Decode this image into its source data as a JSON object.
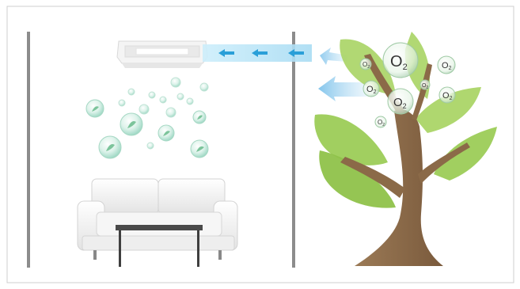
{
  "scene": {
    "o2_labels": [
      {
        "text": "O",
        "sub": "2"
      },
      {
        "text": "O",
        "sub": "2"
      },
      {
        "text": "O",
        "sub": "2"
      },
      {
        "text": "O",
        "sub": "2"
      },
      {
        "text": "O",
        "sub": "2"
      },
      {
        "text": "O",
        "sub": "2"
      },
      {
        "text": "O",
        "sub": "2"
      },
      {
        "text": "O",
        "sub": "2"
      }
    ],
    "colors": {
      "border": "#c9c9c9",
      "wall": "#8a8a8a",
      "airflow": "#bfe6f6",
      "arrow": "#2a9fd8",
      "leaf": "#8cc63f",
      "trunk": "#8b6a48",
      "bubble": "#9fd9c5"
    },
    "icons": [
      "ceiling-air-purifier-icon",
      "sofa-icon",
      "coffee-table-icon",
      "tree-icon",
      "oxygen-bubble-icon",
      "airflow-arrow-icon"
    ]
  }
}
